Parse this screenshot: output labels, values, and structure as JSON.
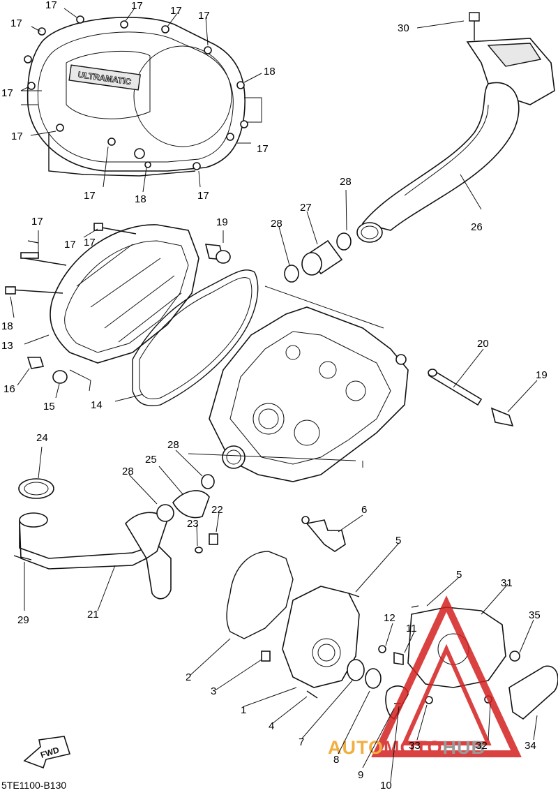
{
  "diagram": {
    "catalog_code": "5TE1100-B130",
    "fwd_label": "FWD",
    "cover_badge": "ULTRAMATIC",
    "watermark": {
      "part1": "AUTO",
      "part2": "MOTO",
      "part3": "HUB",
      "accent_color": "#f0a020",
      "red_color": "#d42020",
      "gray_color": "#888888"
    }
  },
  "callouts": [
    {
      "id": "c17a",
      "text": "17"
    },
    {
      "id": "c17b",
      "text": "17"
    },
    {
      "id": "c17c",
      "text": "17"
    },
    {
      "id": "c17d",
      "text": "17"
    },
    {
      "id": "c17e",
      "text": "17"
    },
    {
      "id": "c17f",
      "text": "17"
    },
    {
      "id": "c18a",
      "text": "18"
    },
    {
      "id": "c17g",
      "text": "17"
    },
    {
      "id": "c17h",
      "text": "17"
    },
    {
      "id": "c17i",
      "text": "17"
    },
    {
      "id": "c17j",
      "text": "17"
    },
    {
      "id": "c18b",
      "text": "18"
    },
    {
      "id": "c17k",
      "text": "17"
    },
    {
      "id": "c30",
      "text": "30"
    },
    {
      "id": "c28a",
      "text": "28"
    },
    {
      "id": "c27",
      "text": "27"
    },
    {
      "id": "c28b",
      "text": "28"
    },
    {
      "id": "c26",
      "text": "26"
    },
    {
      "id": "c17l",
      "text": "17"
    },
    {
      "id": "c17m",
      "text": "17"
    },
    {
      "id": "c19a",
      "text": "19"
    },
    {
      "id": "c18c",
      "text": "18"
    },
    {
      "id": "c13",
      "text": "13"
    },
    {
      "id": "c16",
      "text": "16"
    },
    {
      "id": "c15",
      "text": "15"
    },
    {
      "id": "c14",
      "text": "14"
    },
    {
      "id": "c20",
      "text": "20"
    },
    {
      "id": "c19b",
      "text": "19"
    },
    {
      "id": "c24",
      "text": "24"
    },
    {
      "id": "c28c",
      "text": "28"
    },
    {
      "id": "c25",
      "text": "25"
    },
    {
      "id": "c28d",
      "text": "28"
    },
    {
      "id": "c22",
      "text": "22"
    },
    {
      "id": "c23",
      "text": "23"
    },
    {
      "id": "c6",
      "text": "6"
    },
    {
      "id": "c5a",
      "text": "5"
    },
    {
      "id": "c5b",
      "text": "5"
    },
    {
      "id": "c31",
      "text": "31"
    },
    {
      "id": "c29",
      "text": "29"
    },
    {
      "id": "c21",
      "text": "21"
    },
    {
      "id": "c12",
      "text": "12"
    },
    {
      "id": "c11",
      "text": "11"
    },
    {
      "id": "c35",
      "text": "35"
    },
    {
      "id": "c2",
      "text": "2"
    },
    {
      "id": "c3",
      "text": "3"
    },
    {
      "id": "c1",
      "text": "1"
    },
    {
      "id": "c4",
      "text": "4"
    },
    {
      "id": "c7",
      "text": "7"
    },
    {
      "id": "c8",
      "text": "8"
    },
    {
      "id": "c33",
      "text": "33"
    },
    {
      "id": "c32",
      "text": "32"
    },
    {
      "id": "c34",
      "text": "34"
    },
    {
      "id": "c9",
      "text": "9"
    },
    {
      "id": "c10",
      "text": "10"
    }
  ]
}
